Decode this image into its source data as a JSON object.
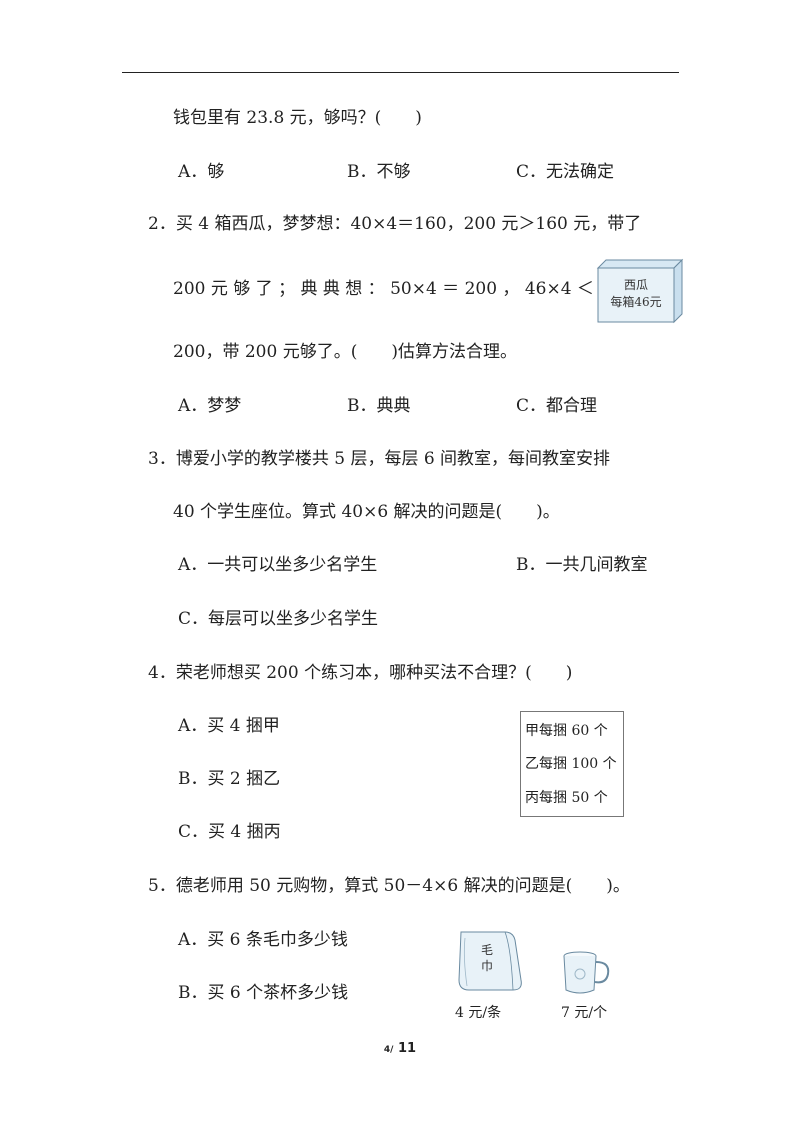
{
  "q1": {
    "continuation": "钱包里有 23.8 元，够吗？(　　)",
    "options": {
      "a": "A．够",
      "b": "B．不够",
      "c": "C．无法确定"
    }
  },
  "q2": {
    "line1": "2．买 4 箱西瓜，梦梦想：40×4＝160，200 元＞160 元，带了",
    "line2": "200 元 够 了 ； 典 典 想 ： 50×4 ＝ 200 ， 46×4 ＜",
    "line3": "200，带 200 元够了。(　　)估算方法合理。",
    "box_label_line1": "西瓜",
    "box_label_line2": "每箱46元",
    "options": {
      "a": "A．梦梦",
      "b": "B．典典",
      "c": "C．都合理"
    }
  },
  "q3": {
    "line1": "3．博爱小学的教学楼共 5 层，每层 6 间教室，每间教室安排",
    "line2": "40 个学生座位。算式 40×6 解决的问题是(　　)。",
    "options": {
      "a": "A．一共可以坐多少名学生",
      "b": "B．一共几间教室",
      "c": "C．每层可以坐多少名学生"
    }
  },
  "q4": {
    "line1": "4．荣老师想买 200 个练习本，哪种买法不合理？(　　)",
    "options": {
      "a": "A．买 4 捆甲",
      "b": "B．买 2 捆乙",
      "c": "C．买 4 捆丙"
    },
    "price_list": [
      "甲每捆 60 个",
      "乙每捆 100 个",
      "丙每捆 50 个"
    ]
  },
  "q5": {
    "line1": "5．德老师用 50 元购物，算式 50－4×6 解决的问题是(　　)。",
    "options": {
      "a": "A．买 6 条毛巾多少钱",
      "b": "B．买 6 个茶杯多少钱"
    },
    "towel_label_line1": "毛",
    "towel_label_line2": "巾",
    "towel_price": "4 元/条",
    "cup_price": "7 元/个"
  },
  "footer": {
    "page_current": "4/",
    "page_total": " 11"
  },
  "colors": {
    "text": "#222222",
    "illustration_fill": "#e8f2f8",
    "illustration_stroke": "#6a8aa0"
  },
  "icons": [
    "watermelon-box-icon",
    "towel-icon",
    "cup-icon"
  ]
}
